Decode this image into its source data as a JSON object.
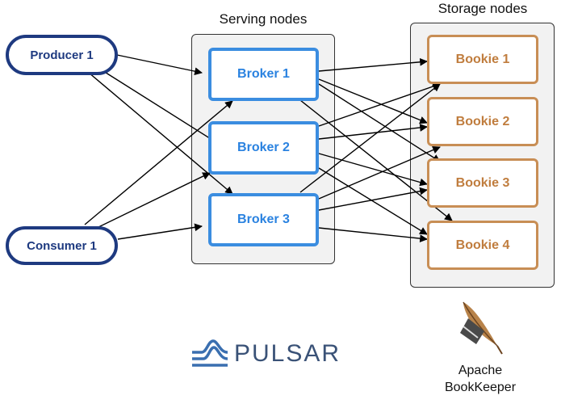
{
  "groups": {
    "serving_title": "Serving nodes",
    "storage_title": "Storage nodes"
  },
  "clients": {
    "producer": "Producer 1",
    "consumer": "Consumer 1"
  },
  "brokers": [
    "Broker 1",
    "Broker 2",
    "Broker 3"
  ],
  "bookies": [
    "Bookie 1",
    "Bookie 2",
    "Bookie 3",
    "Bookie 4"
  ],
  "logos": {
    "pulsar_text": "PULSAR",
    "bookkeeper_line1": "Apache",
    "bookkeeper_line2": "BookKeeper",
    "pulsar_icon": "pulsar-wave-icon",
    "bookkeeper_icon": "feather-icon"
  },
  "colors": {
    "client": "#1e3a80",
    "broker": "#3b8de0",
    "bookie": "#c88e55",
    "pulsar_logo": "#3a6fb0"
  },
  "edges": [
    {
      "from": "producer",
      "to": "broker-1"
    },
    {
      "from": "producer",
      "to": "broker-2"
    },
    {
      "from": "producer",
      "to": "broker-3"
    },
    {
      "from": "consumer",
      "to": "broker-1"
    },
    {
      "from": "consumer",
      "to": "broker-2"
    },
    {
      "from": "consumer",
      "to": "broker-3"
    },
    {
      "from": "broker-1",
      "to": "bookie-1"
    },
    {
      "from": "broker-1",
      "to": "bookie-2"
    },
    {
      "from": "broker-1",
      "to": "bookie-3"
    },
    {
      "from": "broker-1",
      "to": "bookie-4"
    },
    {
      "from": "broker-2",
      "to": "bookie-1"
    },
    {
      "from": "broker-2",
      "to": "bookie-2"
    },
    {
      "from": "broker-2",
      "to": "bookie-3"
    },
    {
      "from": "broker-2",
      "to": "bookie-4"
    },
    {
      "from": "broker-3",
      "to": "bookie-1"
    },
    {
      "from": "broker-3",
      "to": "bookie-2"
    },
    {
      "from": "broker-3",
      "to": "bookie-3"
    },
    {
      "from": "broker-3",
      "to": "bookie-4"
    }
  ]
}
